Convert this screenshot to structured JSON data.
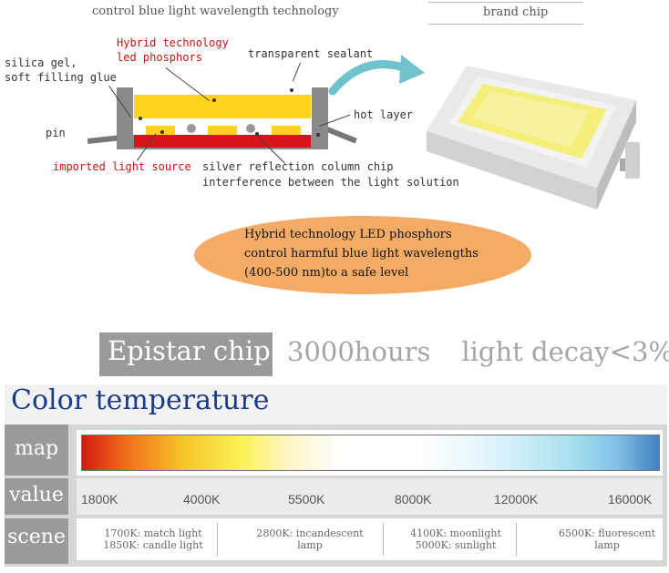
{
  "top": {
    "header_left": "control blue light wavelength technology",
    "header_right": "brand chip"
  },
  "diagram": {
    "hybrid_line1": "Hybrid technology",
    "hybrid_line2": "led phosphors",
    "transparent_sealant": "transparent sealant",
    "silica_line1": "silica gel,",
    "silica_line2": "soft filling glue",
    "pin": "pin",
    "hot_layer": "hot layer",
    "imported_light": "imported light source",
    "silver_line1": "silver reflection column chip",
    "silver_line2": "interference between the light solution",
    "colors": {
      "phosphor": "#ffd21f",
      "heat_layer": "#d7141c",
      "frame": "#8a8a8a",
      "arrow": "#6fc3cf"
    }
  },
  "callout": {
    "line1": "Hybrid technology LED phosphors",
    "line2": "control harmful blue light wavelengths",
    "line3": "(400-500 nm)to a safe level"
  },
  "spec": {
    "chip": "Epistar chip",
    "hours": "3000hours",
    "decay": "light decay<3%"
  },
  "color_temperature": {
    "title": "Color temperature",
    "map_label": "map",
    "value_label": "value",
    "scene_label": "scene",
    "values": [
      "1800K",
      "4000K",
      "5500K",
      "8000K",
      "12000K",
      "16000K"
    ],
    "scenes": [
      {
        "line1": "1700K: match light",
        "line2": "1850K: candle light"
      },
      {
        "line1": "2800K: incandescent",
        "line2": "lamp"
      },
      {
        "line1": "4100K: moonlight",
        "line2": "5000K: sunlight"
      },
      {
        "line1": "6500K: fluorescent",
        "line2": "lamp"
      }
    ]
  }
}
